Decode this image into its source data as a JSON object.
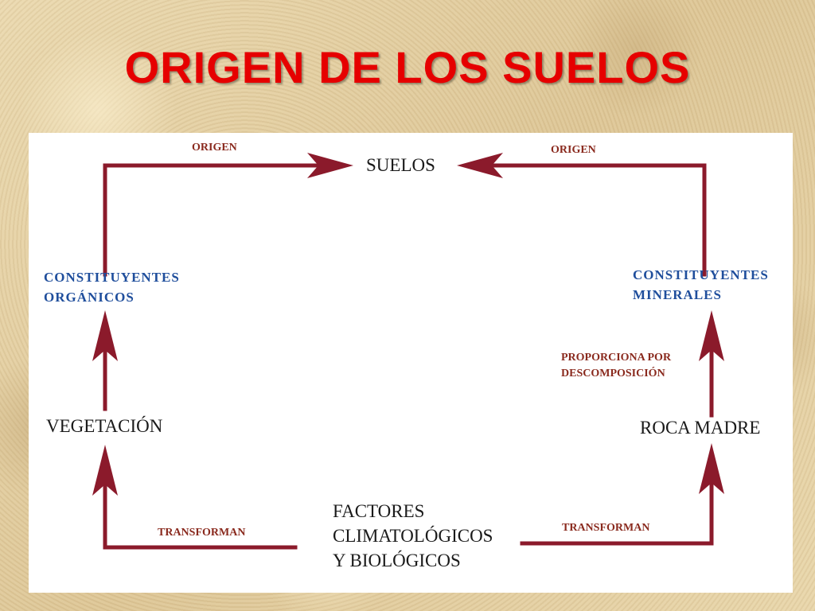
{
  "slide": {
    "title": "ORIGEN DE LOS SUELOS"
  },
  "diagram": {
    "suelos": "SUELOS",
    "origen_left": "ORIGEN",
    "origen_right": "ORIGEN",
    "constituyentes_organicos": [
      "CONSTITUYENTES",
      "ORGÁNICOS"
    ],
    "constituyentes_minerales": [
      "CONSTITUYENTES",
      "MINERALES"
    ],
    "proporciona": [
      "PROPORCIONA POR",
      "DESCOMPOSICIÓN"
    ],
    "vegetacion": "VEGETACIÓN",
    "roca_madre": "ROCA MADRE",
    "factores": [
      "FACTORES",
      "CLIMATOLÓGICOS",
      "Y BIOLÓGICOS"
    ],
    "transforman_left": "TRANSFORMAN",
    "transforman_right": "TRANSFORMAN",
    "colors": {
      "arrow": "#8b1a2b",
      "title": "#e60000",
      "blue_text": "#1f4e9c",
      "brown_text": "#8a2a1e"
    }
  }
}
